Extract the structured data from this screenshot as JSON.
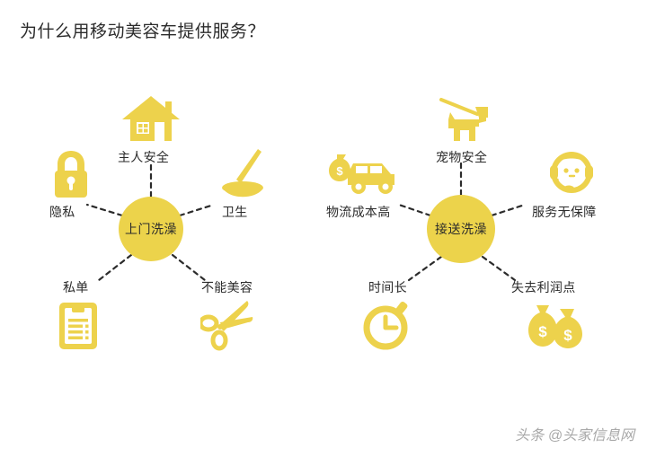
{
  "page": {
    "title": "为什么用移动美容车提供服务？",
    "background_color": "#ffffff",
    "accent_color": "#ecd34b",
    "icon_color": "#edd24c",
    "text_color": "#2b2b2b",
    "watermark": "头条 @头家信息网"
  },
  "diagram": {
    "type": "mind-map",
    "clusters": [
      {
        "id": "left",
        "hub_label": "上门洗澡",
        "nodes": [
          {
            "label": "主人安全",
            "icon": "house-icon",
            "position": "top"
          },
          {
            "label": "隐私",
            "icon": "lock-icon",
            "position": "left"
          },
          {
            "label": "卫生",
            "icon": "broom-icon",
            "position": "right"
          },
          {
            "label": "私单",
            "icon": "document-icon",
            "position": "bottom-left"
          },
          {
            "label": "不能美容",
            "icon": "scissors-icon",
            "position": "bottom-right"
          }
        ]
      },
      {
        "id": "right",
        "hub_label": "接送洗澡",
        "nodes": [
          {
            "label": "宠物安全",
            "icon": "dog-leash-icon",
            "position": "top"
          },
          {
            "label": "物流成本高",
            "icon": "car-money-icon",
            "position": "left"
          },
          {
            "label": "服务无保障",
            "icon": "headset-agent-icon",
            "position": "right"
          },
          {
            "label": "时间长",
            "icon": "stopwatch-icon",
            "position": "bottom-left"
          },
          {
            "label": "失去利润点",
            "icon": "money-bags-icon",
            "position": "bottom-right"
          }
        ]
      }
    ]
  }
}
